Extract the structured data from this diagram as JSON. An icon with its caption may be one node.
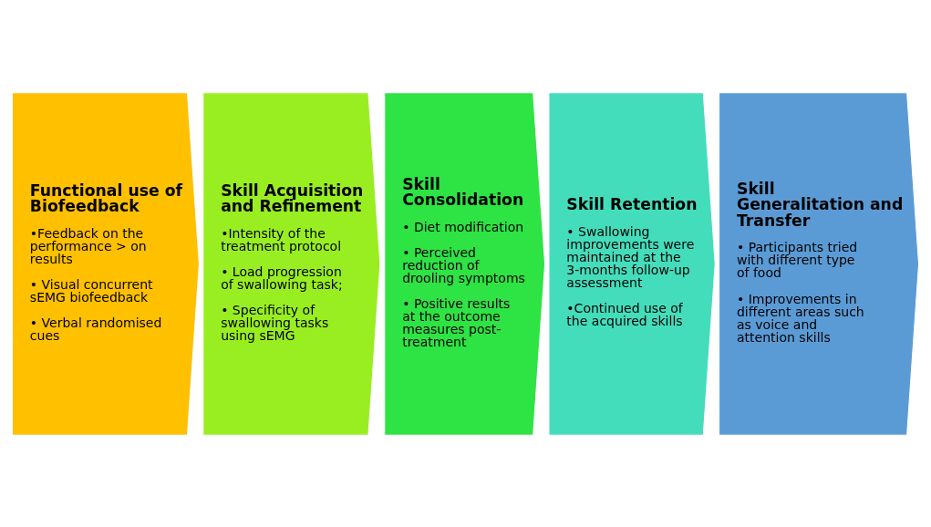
{
  "diagram": {
    "nodes": [
      {
        "text": [
          "Functional use of Biofeedback",
          "•Feedback on the performance > on results",
          "• Visual concurrent sEMG biofeedback",
          "• Verbal randomised cues"
        ]
      },
      {
        "text": [
          "Skill Acquisition and Refinement",
          "•Intensity of the treatment protocol",
          "• Load progression of swallowing task;",
          "• Specificity of swallowing tasks using sEMG"
        ]
      },
      {
        "text": [
          "Skill Consolidation",
          "• Diet modification",
          "• Perceived reduction of drooling symptoms",
          "• Positive results at the outcome measures post-treatment"
        ]
      },
      {
        "text": [
          "Skill Retention",
          "• Swallowing improvements were maintained at the 3-months follow-up assessment",
          "•Continued use of the acquired skills"
        ]
      },
      {
        "text": [
          "Skill Generalitation and Transfer",
          "• Participants tried with different type of food",
          "• Improvements in different areas such as voice and attention skills"
        ]
      }
    ],
    "edges": []
  }
}
